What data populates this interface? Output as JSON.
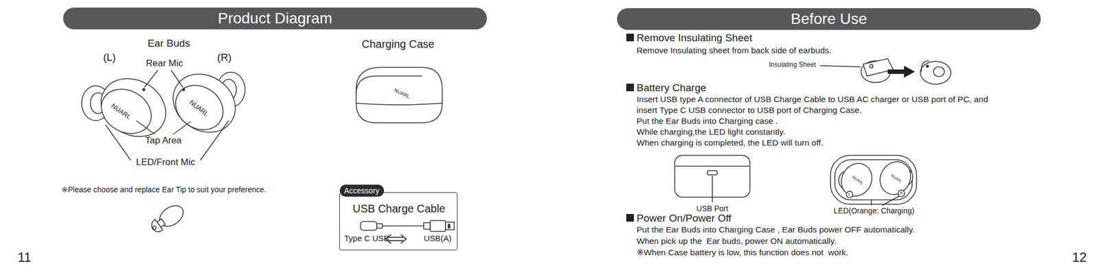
{
  "diagram": {
    "nodes": [
      {
        "text": [
          "Product Diagram"
        ]
      },
      {
        "text": [
          "Before Use"
        ]
      },
      {
        "text": [
          "USB Charge Cable",
          "Type C USB",
          "USB(A)"
        ]
      },
      {
        "text": [
          "Accessory"
        ]
      }
    ],
    "labels": [
      "Ear Buds",
      "(L)",
      "(R)",
      "Rear Mic",
      "NUARL",
      "NUARL",
      "Tap Area",
      "LED/Front Mic",
      "Charging Case",
      "NUARL",
      "※Please choose and replace Ear Tip to suit your preference.",
      "11",
      "12",
      "Remove Insulating Sheet",
      "Remove Insulating sheet from back side of earbuds.",
      "Insulating Sheet",
      "Battery Charge",
      "Insert USB type A connector of USB Charge Cable to USB AC charger or USB port of PC, and",
      "insert Type C USB connector to USB port of Charging Case.",
      "Put the Ear Buds into Charging case .",
      "While charging,the LED light constantly.",
      "When charging is completed, the LED will turn off.",
      "USB Port",
      "NUARL",
      "NUARL",
      "L",
      "R",
      "LED(Orange: Charging)",
      "Power On/Power Off",
      "Put the Ear Buds into Charging Case , Ear Buds power OFF automatically.",
      "When pick up the  Ear buds, power ON automatically.",
      "※When Case battery is low, this function does not  work."
    ]
  }
}
